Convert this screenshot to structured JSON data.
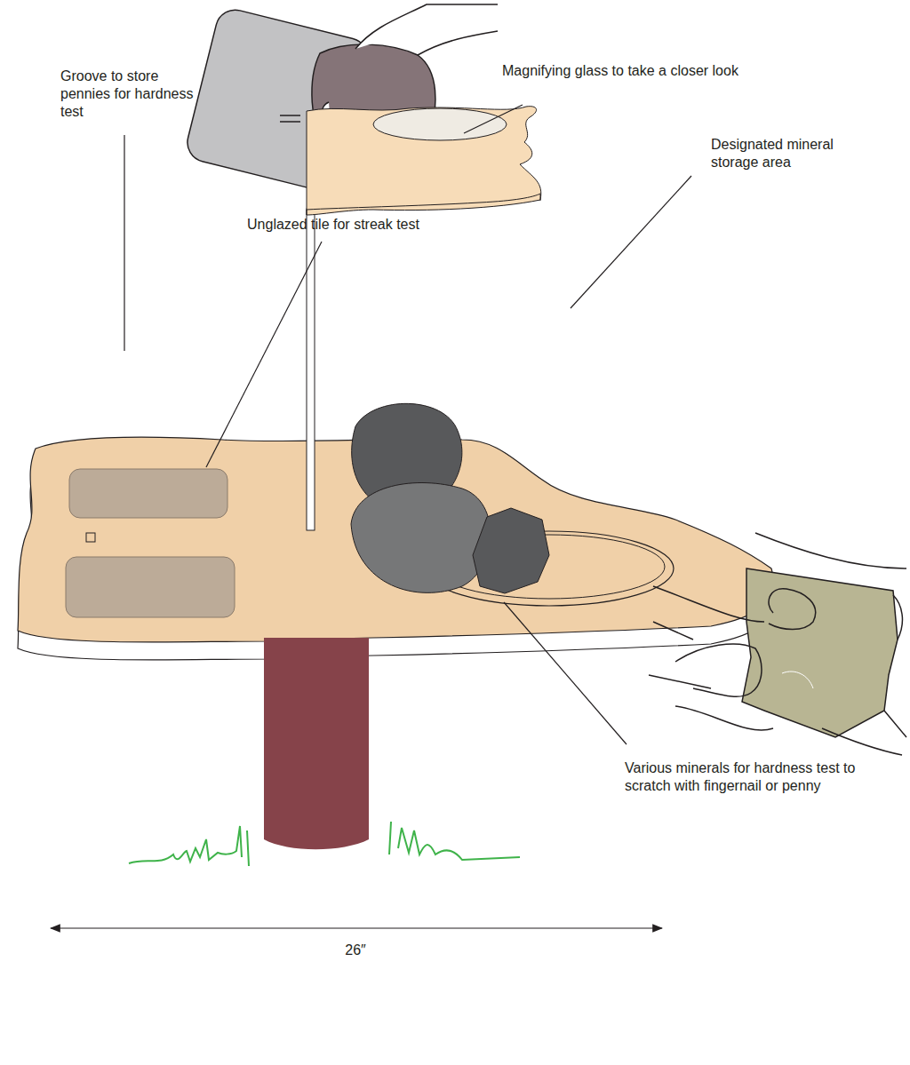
{
  "diagram": {
    "labels": [
      "Unglazed tile for streak test",
      "Magnifying glass to take a closer look",
      "Groove to store pennies for hardness test",
      "Designated mineral storage area",
      "Various minerals for hardness test to scratch with fingernail or penny",
      "26″"
    ]
  }
}
